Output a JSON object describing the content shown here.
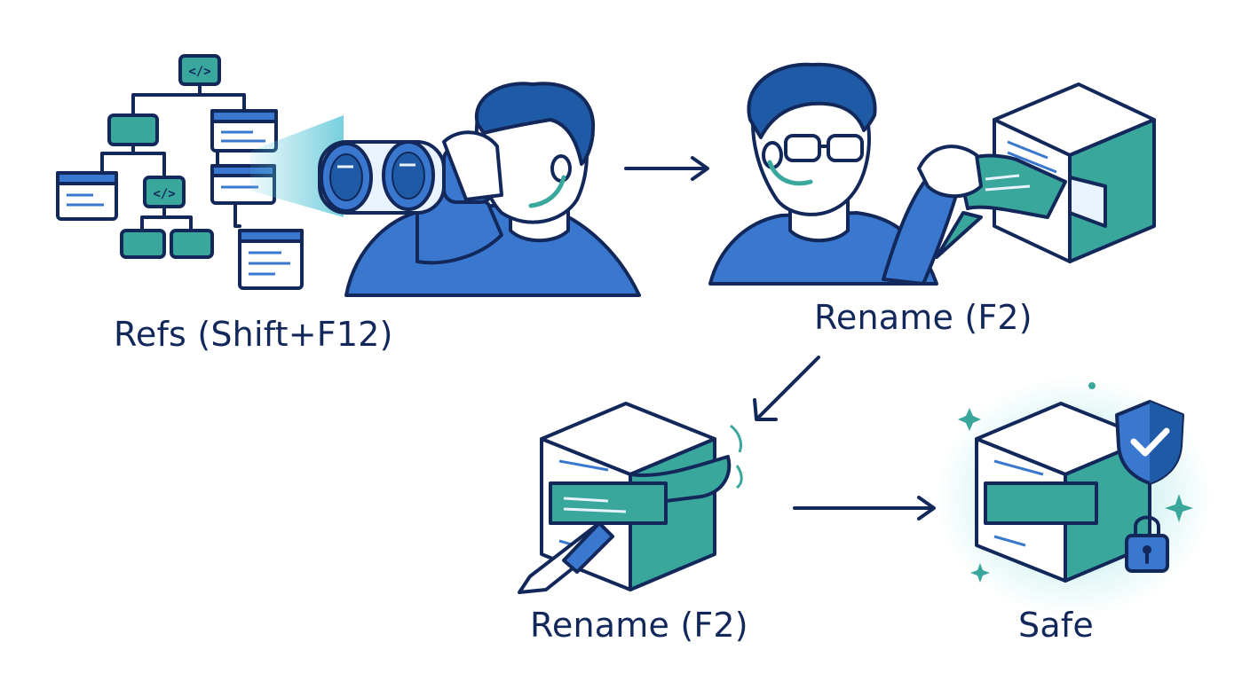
{
  "steps": {
    "refs": {
      "label": "Refs (Shift+F12)"
    },
    "rename_top": {
      "label": "Rename (F2)"
    },
    "rename_bottom": {
      "label": "Rename (F2)"
    },
    "safe": {
      "label": "Safe"
    }
  },
  "icons": {
    "tree_node_code": "</>",
    "binoculars": "binoculars-icon",
    "person": "person-icon",
    "cube": "cube-icon",
    "shield": "shield-check-icon",
    "lock": "padlock-icon",
    "pen": "pen-icon"
  },
  "colors": {
    "ink": "#13285a",
    "blue": "#3a78cf",
    "teal": "#3aa79d",
    "teal_dark": "#2e9a90",
    "light": "#e9f3ff"
  }
}
